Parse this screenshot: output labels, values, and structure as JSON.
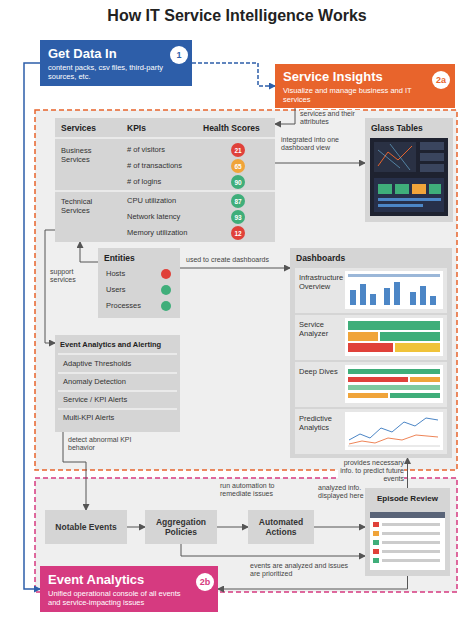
{
  "diagram": {
    "title": "How IT Service Intelligence Works",
    "nodes": [
      {
        "text": [
          "Get Data In",
          "content packs, csv files, third-party sources, etc."
        ]
      },
      {
        "text": [
          "Service Insights",
          "Visualize and manage business and IT services"
        ]
      },
      {
        "text": [
          "Services",
          "KPIs",
          "Health Scores",
          "Business Services",
          "# of visitors",
          "# of transactions",
          "# of logins",
          "Technical Services",
          "CPU utilization",
          "Network latency",
          "Memory utilization"
        ]
      },
      {
        "text": [
          "21"
        ],
        "in": 2
      },
      {
        "text": [
          "65"
        ],
        "in": 2
      },
      {
        "text": [
          "90"
        ],
        "in": 2
      },
      {
        "text": [
          "87"
        ],
        "in": 2
      },
      {
        "text": [
          "93"
        ],
        "in": 2
      },
      {
        "text": [
          "12"
        ],
        "in": 2
      },
      {
        "text": [
          "Glass Tables"
        ]
      },
      {
        "text": [
          "Entities",
          "Hosts",
          "Users",
          "Processes"
        ]
      },
      {
        "text": [
          "Dashboards"
        ]
      },
      {
        "text": [
          "Infrastructure Overview"
        ],
        "in": 11
      },
      {
        "text": [
          "Service Analyzer"
        ],
        "in": 11
      },
      {
        "text": [
          "Deep Dives"
        ],
        "in": 11
      },
      {
        "text": [
          "Predictive Analytics"
        ],
        "in": 11
      },
      {
        "text": [
          "Event Analytics and Alerting",
          "Adaptive Thresholds",
          "Anomaly Detection",
          "Service / KPI Alerts",
          "Multi-KPI Alerts"
        ]
      },
      {
        "text": [
          "Notable Events"
        ]
      },
      {
        "text": [
          "Aggregation Policies"
        ]
      },
      {
        "text": [
          "Automated Actions"
        ]
      },
      {
        "text": [
          "Episode Review"
        ]
      },
      {
        "text": [
          "Event Analytics",
          "Unified operational console of all events and service-impacting issues"
        ]
      }
    ],
    "edges": [
      {
        "from": 0,
        "to": 1,
        "arrow": "to"
      },
      {
        "from": 0,
        "to": 21,
        "arrow": "to"
      },
      {
        "from": 1,
        "to": 2,
        "label": "services and their attributes",
        "arrow": "to"
      },
      {
        "from": 2,
        "to": 9,
        "label": "integrated into one dashboard view",
        "arrow": "to"
      },
      {
        "from": 10,
        "to": 2,
        "label": "support services",
        "arrow": "to"
      },
      {
        "from": 10,
        "to": 11,
        "label": "used to create dashboards",
        "arrow": "to"
      },
      {
        "from": 2,
        "to": 16,
        "arrow": "to"
      },
      {
        "from": 16,
        "to": 17,
        "label": "detect abnormal KPI behavior",
        "arrow": "to"
      },
      {
        "from": 17,
        "to": 18,
        "arrow": "to"
      },
      {
        "from": 18,
        "to": 19,
        "label": "run automation to remediate issues",
        "arrow": "to"
      },
      {
        "from": 19,
        "to": 20,
        "label": "analyzed info. displayed here",
        "arrow": "to"
      },
      {
        "from": 18,
        "to": 20,
        "arrow": "to"
      },
      {
        "from": 20,
        "to": 11,
        "label": "provides necessary info. to predict future events",
        "arrow": "to"
      },
      {
        "from": 20,
        "to": 21,
        "label": "events are analyzed and issues are prioritized",
        "arrow": "to"
      }
    ],
    "labels": [
      "1",
      "2a",
      "2b"
    ]
  }
}
